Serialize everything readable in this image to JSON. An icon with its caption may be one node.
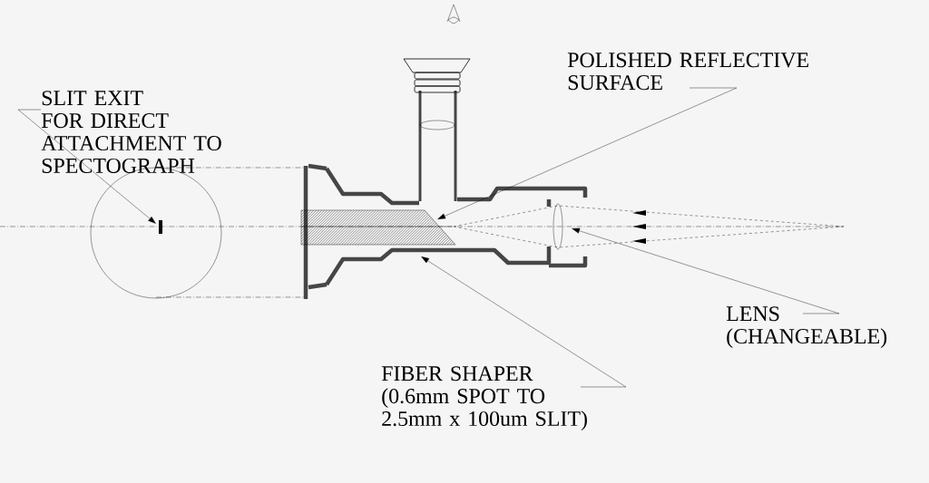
{
  "diagram": {
    "nodes": [
      {
        "text": [
          "SLIT EXIT FOR DIRECT ATTACHMENT TO SPECTOGRAPH"
        ]
      },
      {
        "text": [
          "POLISHED REFLECTIVE SURFACE"
        ]
      },
      {
        "text": [
          "LENS (CHANGEABLE)"
        ]
      },
      {
        "text": [
          "FIBER SHAPER (0.6mm SPOT TO 2.5mm x 100um SLIT)"
        ]
      }
    ],
    "edges": [
      {
        "from": 0,
        "to": null,
        "arrow": "to"
      },
      {
        "from": 1,
        "to": null,
        "arrow": "to"
      },
      {
        "from": 2,
        "to": null,
        "arrow": "to"
      },
      {
        "from": 3,
        "to": null,
        "arrow": "to"
      }
    ]
  }
}
